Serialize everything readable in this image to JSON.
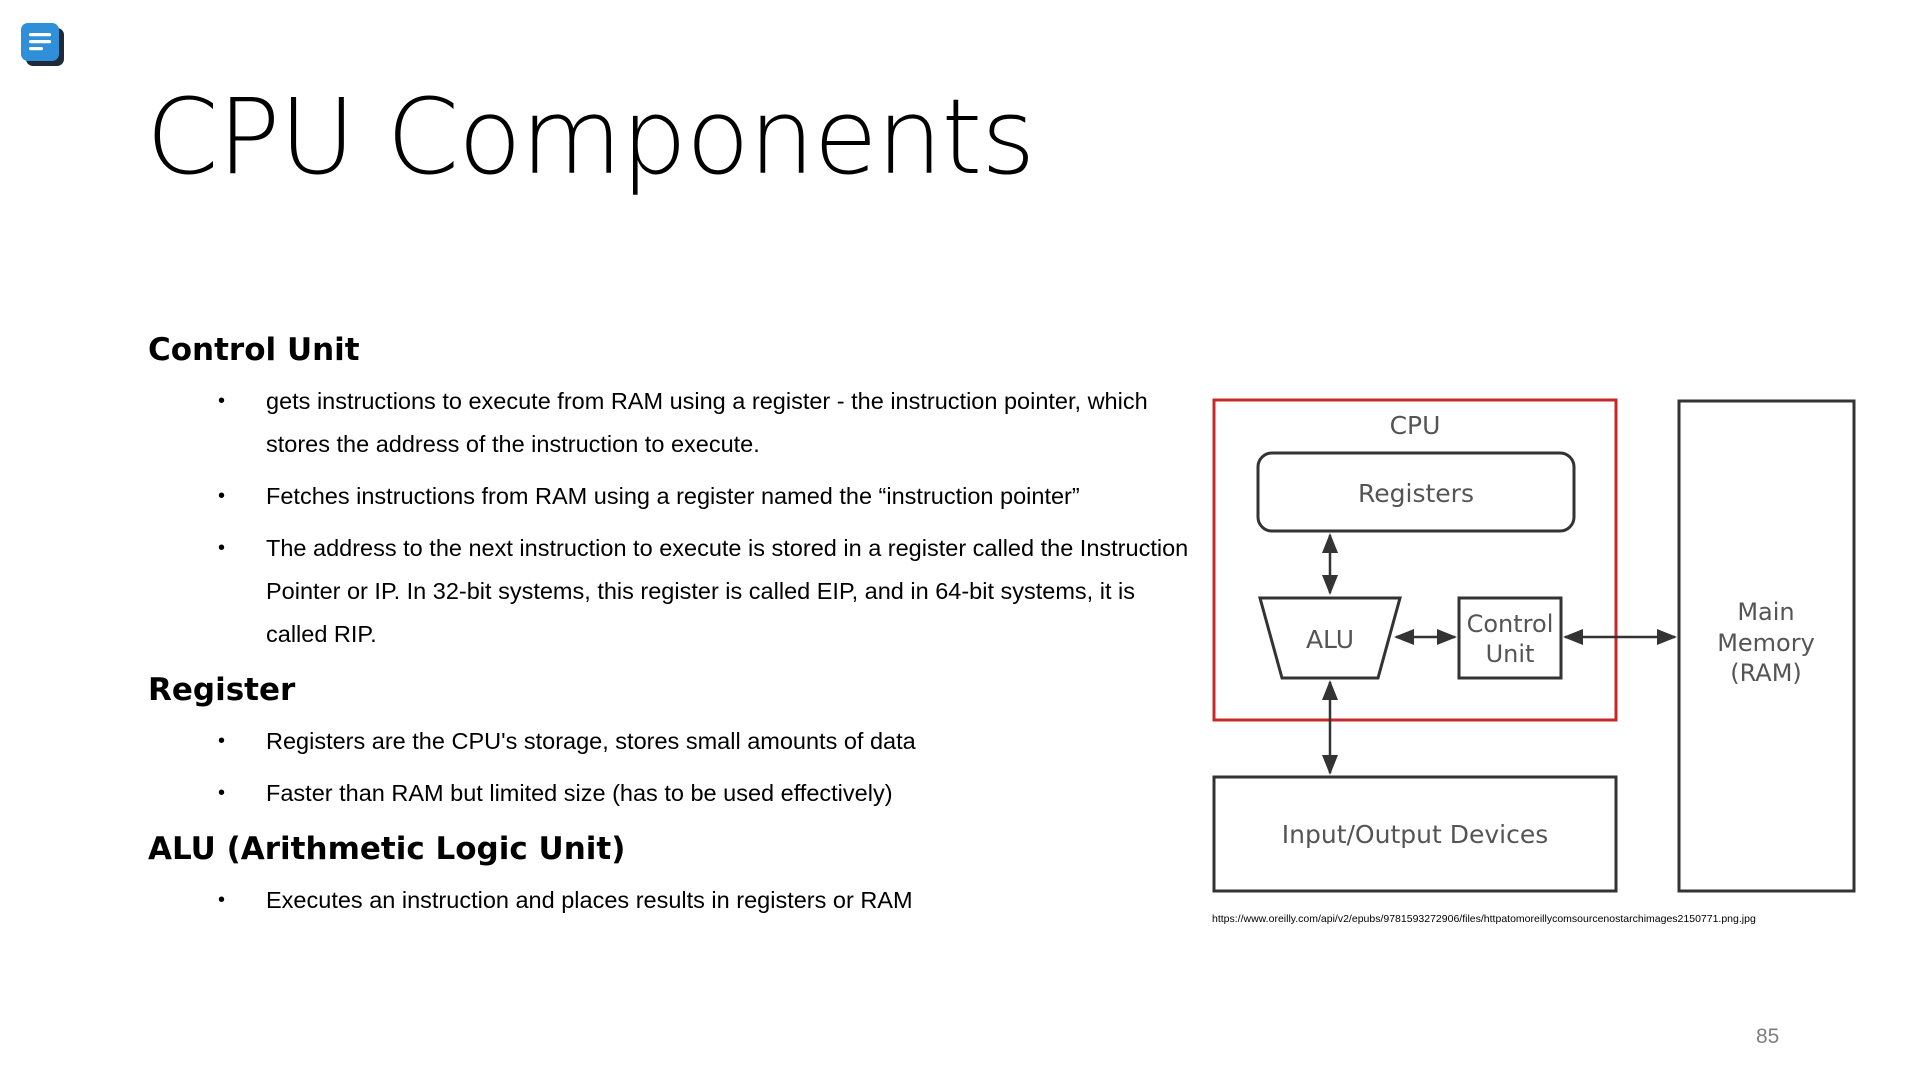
{
  "slide": {
    "title": "CPU Components",
    "page_number": "85"
  },
  "sections": {
    "control_unit": {
      "heading": "Control Unit",
      "bullets": [
        "gets instructions to execute from RAM using a register - the instruction pointer, which stores the address of the instruction to execute.",
        "Fetches instructions from RAM using a register named the “instruction pointer”",
        "The address to the next instruction to execute is stored in a register called the Instruction Pointer or IP. In 32-bit systems, this register is called EIP, and in 64-bit systems, it is called RIP."
      ]
    },
    "register": {
      "heading": "Register",
      "bullets": [
        "Registers are the CPU's storage, stores small amounts of data",
        "Faster than RAM but limited size (has to be used effectively)"
      ]
    },
    "alu": {
      "heading": "ALU (Arithmetic Logic Unit)",
      "bullets": [
        "Executes an instruction and places results in registers or RAM"
      ]
    }
  },
  "diagram": {
    "cpu_label": "CPU",
    "registers_label": "Registers",
    "alu_label": "ALU",
    "control_unit_label_1": "Control",
    "control_unit_label_2": "Unit",
    "main_memory_label_1": "Main",
    "main_memory_label_2": "Memory",
    "main_memory_label_3": "(RAM)",
    "io_label": "Input/Output Devices",
    "cpu_border_color": "#c8282a",
    "line_color": "#333333",
    "label_color": "#555555",
    "source_url": "https://www.oreilly.com/api/v2/epubs/9781593272906/files/httpatomoreillycomsourcenostarchimages2150771.png.jpg"
  },
  "icons": {
    "app_icon": "document-list-icon",
    "app_icon_color": "#2f8fd8"
  }
}
